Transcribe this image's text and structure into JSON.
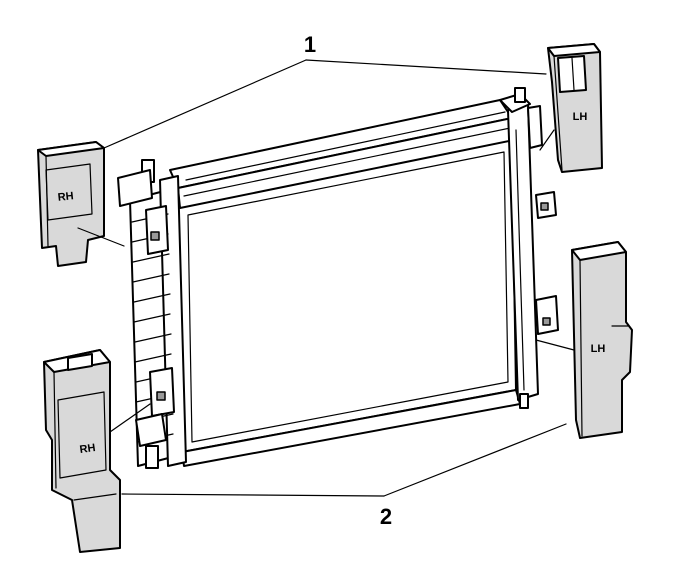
{
  "callouts": {
    "one": "1",
    "two": "2"
  },
  "labels": {
    "upper_left_deflector": "RH",
    "upper_right_deflector": "LH",
    "lower_left_deflector": "RH",
    "lower_right_deflector": "LH"
  },
  "colors": {
    "line": "#000000",
    "background": "#ffffff",
    "fill_gray": "#d9d9d9"
  }
}
